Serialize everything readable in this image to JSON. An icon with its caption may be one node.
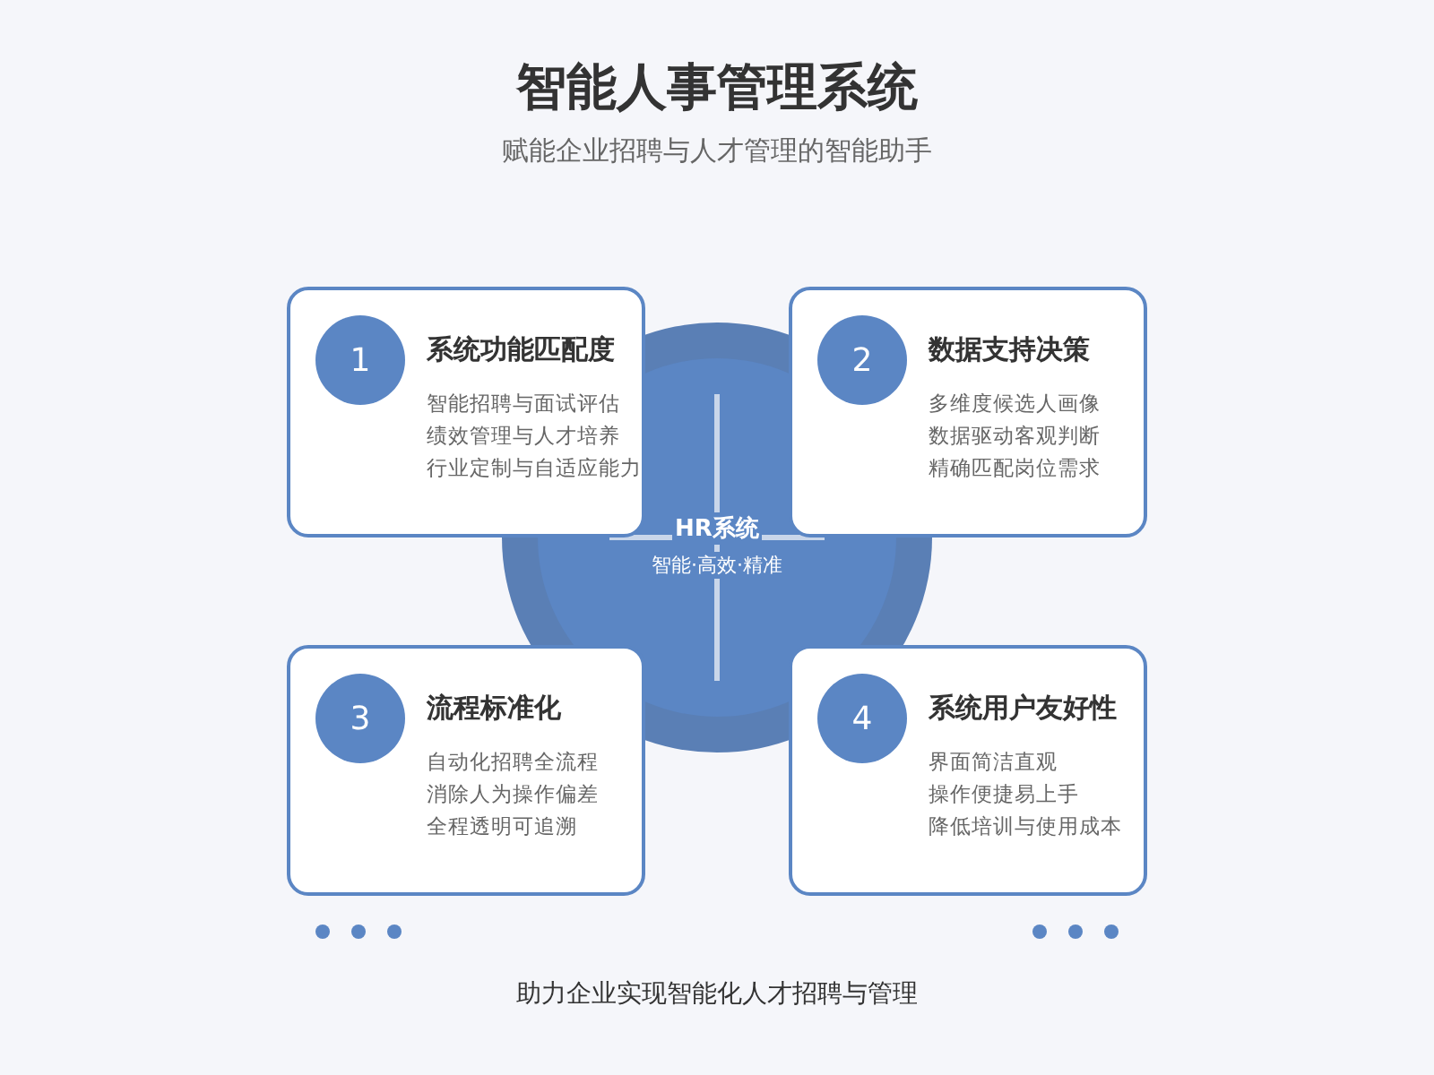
{
  "diagram": {
    "title": "智能人事管理系统",
    "caption": "助力企业实现智能化人才招聘与管理",
    "labels": [
      "赋能企业招聘与人才管理的智能助手"
    ],
    "nodes": [
      {
        "text": [
          "系统功能匹配度",
          "智能招聘与面试评估",
          "绩效管理与人才培养",
          "行业定制与自适应能力"
        ]
      },
      {
        "text": [
          "1"
        ],
        "in": 0
      },
      {
        "text": [
          "数据支持决策",
          "多维度候选人画像",
          "数据驱动客观判断",
          "精确匹配岗位需求"
        ]
      },
      {
        "text": [
          "2"
        ],
        "in": 2
      },
      {
        "text": [
          "HR系统",
          "智能·高效·精准"
        ]
      },
      {
        "text": [
          "流程标准化",
          "自动化招聘全流程",
          "消除人为操作偏差",
          "全程透明可追溯"
        ]
      },
      {
        "text": [
          "3"
        ],
        "in": 5
      },
      {
        "text": [
          "系统用户友好性",
          "界面简洁直观",
          "操作便捷易上手",
          "降低培训与使用成本"
        ]
      },
      {
        "text": [
          "4"
        ],
        "in": 7
      }
    ]
  }
}
